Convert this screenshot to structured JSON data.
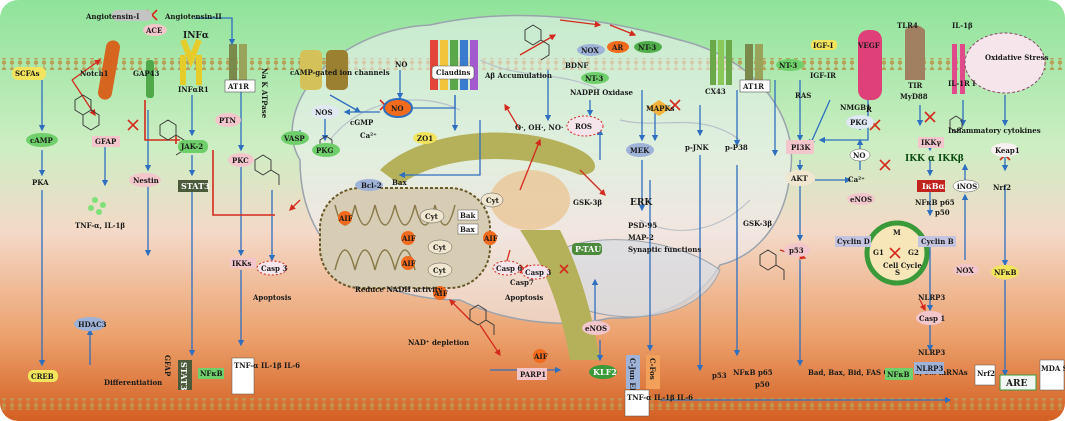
{
  "labels": {
    "angiotensin_1": "Angiotensin-I",
    "angiotensin_2": "Angiotensin-II",
    "ace": "ACE",
    "scfas": "SCFAs",
    "notch1": "Notch1",
    "gap43": "GAP43",
    "infa": "INFα",
    "infar1": "INFαR1",
    "at1r_left": "AT1R",
    "na_k_atpase": "Na K ATPase",
    "camp_channels": "cAMP-gated ion channels",
    "no_top": "NO",
    "claudins": "Claudins",
    "ab_accumulation": "Aβ Accumulation",
    "nox_top": "NOX",
    "ar": "AR",
    "nt3_top": "NT-3",
    "bdnf": "BDNF",
    "nt3_mid": "NT-3",
    "nadph": "NADPH Oxidase",
    "cx43": "CX43",
    "at1r_right": "AT1R",
    "nt3_right": "NT-3",
    "igf1": "IGF-I",
    "igf1r": "IGF-IR",
    "ras": "RAS",
    "nmgb1": "NMGB1",
    "vegf": "VEGF",
    "vegf_r": "R",
    "tlr4": "TLR4",
    "tir": "TIR",
    "myd88": "MyD88",
    "il1b": "IL-1β",
    "il1r": "IL-1R I",
    "oxidative_stress": "Oxidative Stress",
    "camp": "cAMP",
    "gfap": "GFAP",
    "jak2": "JAK-2",
    "ptn": "PTN",
    "nos": "NOS",
    "vasp": "VASP",
    "pkg": "PKG",
    "cgmp": "cGMP",
    "ca2": "Ca²⁺",
    "no_mid": "NO",
    "zo1": "ZO1",
    "radicals": "O·, OH·, NO·",
    "ros": "ROS",
    "mapks_mid": "MAPKs",
    "mek_mid": "MEK",
    "pjnk": "p-JNK",
    "pp38": "p-P38",
    "pi3k": "PI3K",
    "pkg_right": "PKG",
    "no_right": "NO",
    "ikkg": "IKKγ",
    "ikk_ab": "IKK α IKKβ",
    "inflammatory_cytokines": "Inflammatory cytokines",
    "keap1": "Keap1",
    "pka": "PKA",
    "tnf_il1b": "TNF-α, IL-1β",
    "nestin": "Nestin",
    "stat3": "STAT3",
    "pkc": "PKC",
    "bcl2": "Bcl-2",
    "bax_top": "Bax",
    "aif_1": "AIF",
    "aif_2": "AIF",
    "aif_3": "AIF",
    "aif_4": "AIF",
    "cyt_1": "Cyt",
    "cyt_2": "Cyt",
    "cyt_3": "Cyt",
    "cyt_4": "Cyt",
    "bak": "Bak",
    "bax_mid": "Bax",
    "gsk3b_mid": "GSK-3β",
    "erk": "ERK",
    "ptau": "P-TAU",
    "psd95": "PSD-95",
    "map2": "MAP-2",
    "synaptic": "Synaptic functions",
    "akt": "AKT",
    "ca2_right": "Ca²⁺",
    "enos_right": "eNOS",
    "ikba": "IκBα",
    "nfkb_p65": "NFκB p65",
    "p50": "p50",
    "inos": "iNOS",
    "nrf2_top": "Nrf2",
    "gsk3b_right": "GSK-3β",
    "p53_right": "p53",
    "cyclin_d": "Cyclin D",
    "cyclin_b": "Cyclin B",
    "cell_cycle": "Cell Cycle",
    "phase_m": "M",
    "phase_g1": "G1",
    "phase_g2": "G2",
    "phase_s": "S",
    "nlrp3_mid": "NLRP3",
    "nox_right": "NOX",
    "nfkb_right": "NFκB",
    "casp3_left": "Casp 3",
    "ikks": "IKKs",
    "apoptosis_left": "Apoptosis",
    "casp6": "Casp 6",
    "casp3_mid": "Casp 3",
    "casp7": "Casp7",
    "apoptosis_mid": "Apoptosis",
    "aif_5": "AIF",
    "reduce_nadh": "Reduce NADH activity",
    "enos_mid": "eNOS",
    "casp1": "Casp 1",
    "nlrp3_bottom": "NLRP3",
    "hdac3": "HDAC3",
    "creb": "CREB",
    "differentiation": "Differentiation",
    "gfap_bottom": "GFAP",
    "stat3_bottom": "STAT3",
    "nfkb_bottom_left": "NFκB",
    "tnf_bottom_left": "TNF-α IL-1β IL-6",
    "nad_depletion": "NAD⁺ depletion",
    "parp1": "PARP1",
    "aif_6": "AIF",
    "klf2": "KLF2",
    "cjun_elk": "C-Jun ELK",
    "c_fos": "C-Fos",
    "tnf_bottom_mid": "TNF-α IL-1β IL-6",
    "p53_bottom": "p53",
    "nfkb_p65_bottom": "NFκB p65",
    "p50_bottom": "p50",
    "mrna_list": "Bad, Bax, Bid, FAS Casp 1, 3, 9… mRNAs",
    "nfkb_bottom_right": "NFκB",
    "nlrp3_bottom_right": "NLRP3",
    "nrf2_bottom": "Nrf2",
    "are": "ARE",
    "mda_sod": "MDA SOD GST…"
  },
  "colors": {
    "membrane": "#e6d29a",
    "top_bg": "#8fe39a",
    "bottom_bg": "#d9662a",
    "arrow_blue": "#2f6fc0",
    "arrow_red": "#d42a1e",
    "green_pill": "#6fcf6a",
    "yellow_pill": "#f2e45c",
    "pink_pill": "#f3c6cc",
    "blue_pill": "#9fb3d9",
    "aif_orange": "#f26a1b"
  }
}
